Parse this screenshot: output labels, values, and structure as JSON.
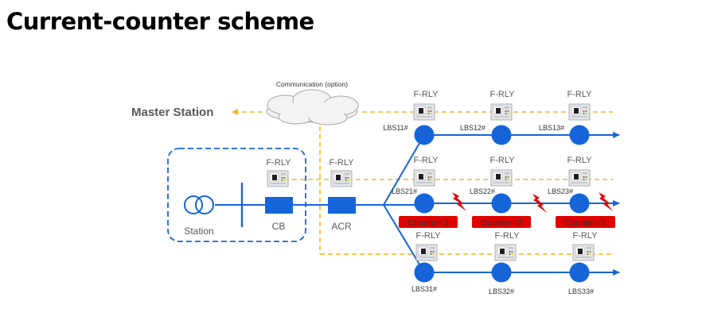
{
  "title": "Current-counter scheme",
  "labels": {
    "master_station": "Master Station",
    "communication": "Communication (option)",
    "station": "Station",
    "cb": "CB",
    "acr": "ACR",
    "relay": "F-RLY"
  },
  "lbs": {
    "row1": [
      "LBS11#",
      "LBS12#",
      "LBS13#"
    ],
    "row2": [
      "LBS21#",
      "LBS22#",
      "LBS23#"
    ],
    "row3": [
      "LBS31#",
      "LBS32#",
      "LBS33#"
    ]
  },
  "counters": [
    "Counter=3",
    "Counter=2",
    "Counter=1"
  ],
  "colors": {
    "line": "#1565d8",
    "comm": "#f5b21f",
    "counter": "#e00000",
    "fault": "#e00000"
  }
}
